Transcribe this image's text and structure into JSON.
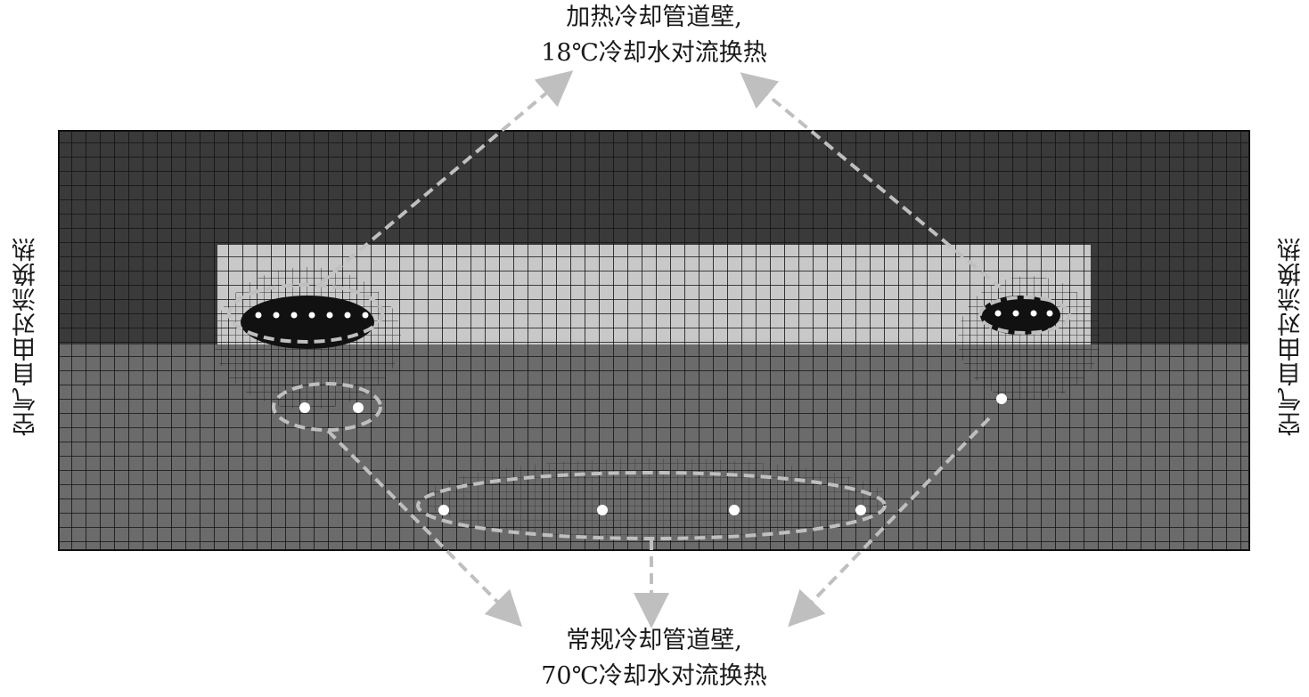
{
  "annotations": {
    "top": {
      "line1": "加热冷却管道壁,",
      "line2": "18℃冷却水对流换热"
    },
    "bottom": {
      "line1": "常规冷却管道壁,",
      "line2": "70℃冷却水对流换热"
    },
    "left": "空气自由对流换热",
    "right": "空气自由对流换热"
  },
  "colors": {
    "mesh_dark": "#3a3a3a",
    "mesh_mid": "#6b6b6b",
    "mesh_light": "#c8c8c8",
    "grid_line": "#111111",
    "callout": "#bfbfbf"
  }
}
